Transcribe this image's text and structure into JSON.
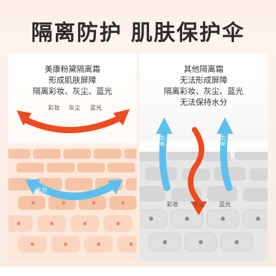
{
  "headline": "隔离防护 肌肤保护伞",
  "left_panel": {
    "lines": [
      "美康粉黛隔离霜",
      "形成肌肤屏障",
      "隔离彩妆、灰尘、蓝光"
    ],
    "arrow_labels": [
      "彩妆",
      "灰尘",
      "蓝光"
    ],
    "water_label": "水分"
  },
  "right_panel": {
    "lines": [
      "其他隔离霜",
      "无法形成屏障",
      "隔离彩妆、灰尘、蓝光",
      "无法保持水分"
    ],
    "arrow_labels": [
      "彩妆",
      "灰尘",
      "蓝光"
    ],
    "water_labels": [
      "水分",
      "水分"
    ]
  },
  "colors": {
    "red_arrow": "#f04a1e",
    "blue_arrow": "#5cc0ef",
    "skin_cell": "#f7c6aa",
    "gray_cell": "#d9d9d9"
  }
}
